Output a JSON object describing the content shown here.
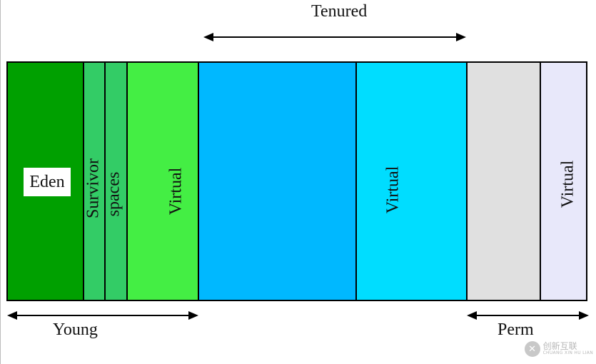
{
  "labels": {
    "tenured": "Tenured",
    "young": "Young",
    "perm": "Perm"
  },
  "segments": {
    "eden": {
      "label": "Eden",
      "color": "#00a000"
    },
    "survivor_1": {
      "label": "Survivor",
      "color": "#33cc66"
    },
    "survivor_2": {
      "label": "spaces",
      "color": "#33cc66"
    },
    "young_virtual": {
      "label": "Virtual",
      "color": "#44ee44"
    },
    "tenured": {
      "label": "",
      "color": "#00b8ff"
    },
    "tenured_virtual": {
      "label": "Virtual",
      "color": "#00ddff"
    },
    "perm": {
      "label": "",
      "color": "#e0e0e0"
    },
    "perm_virtual": {
      "label": "Virtual",
      "color": "#e8e8fa"
    }
  },
  "watermark": {
    "icon": "logo-icon",
    "title": "创新互联",
    "subtitle": "CHUANG XIN HU LIAN"
  }
}
